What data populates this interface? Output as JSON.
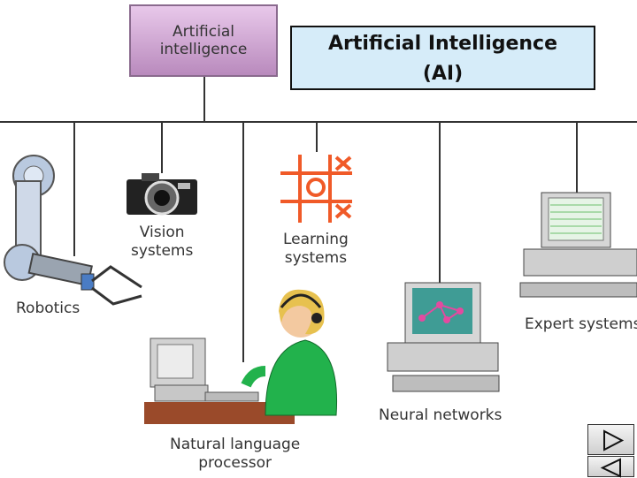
{
  "diagram": {
    "root": "Artificial\nintelligence",
    "title_line1": "Artificial Intelligence",
    "title_line2": "(AI)",
    "branches": [
      {
        "label": "Robotics"
      },
      {
        "label": "Vision\nsystems"
      },
      {
        "label": "Learning\nsystems"
      },
      {
        "label": "Natural language\nprocessor"
      },
      {
        "label": "Neural networks"
      },
      {
        "label": "Expert systems"
      }
    ]
  },
  "nav": {
    "forward_icon": "triangle-right-icon",
    "back_icon": "triangle-left-icon"
  }
}
